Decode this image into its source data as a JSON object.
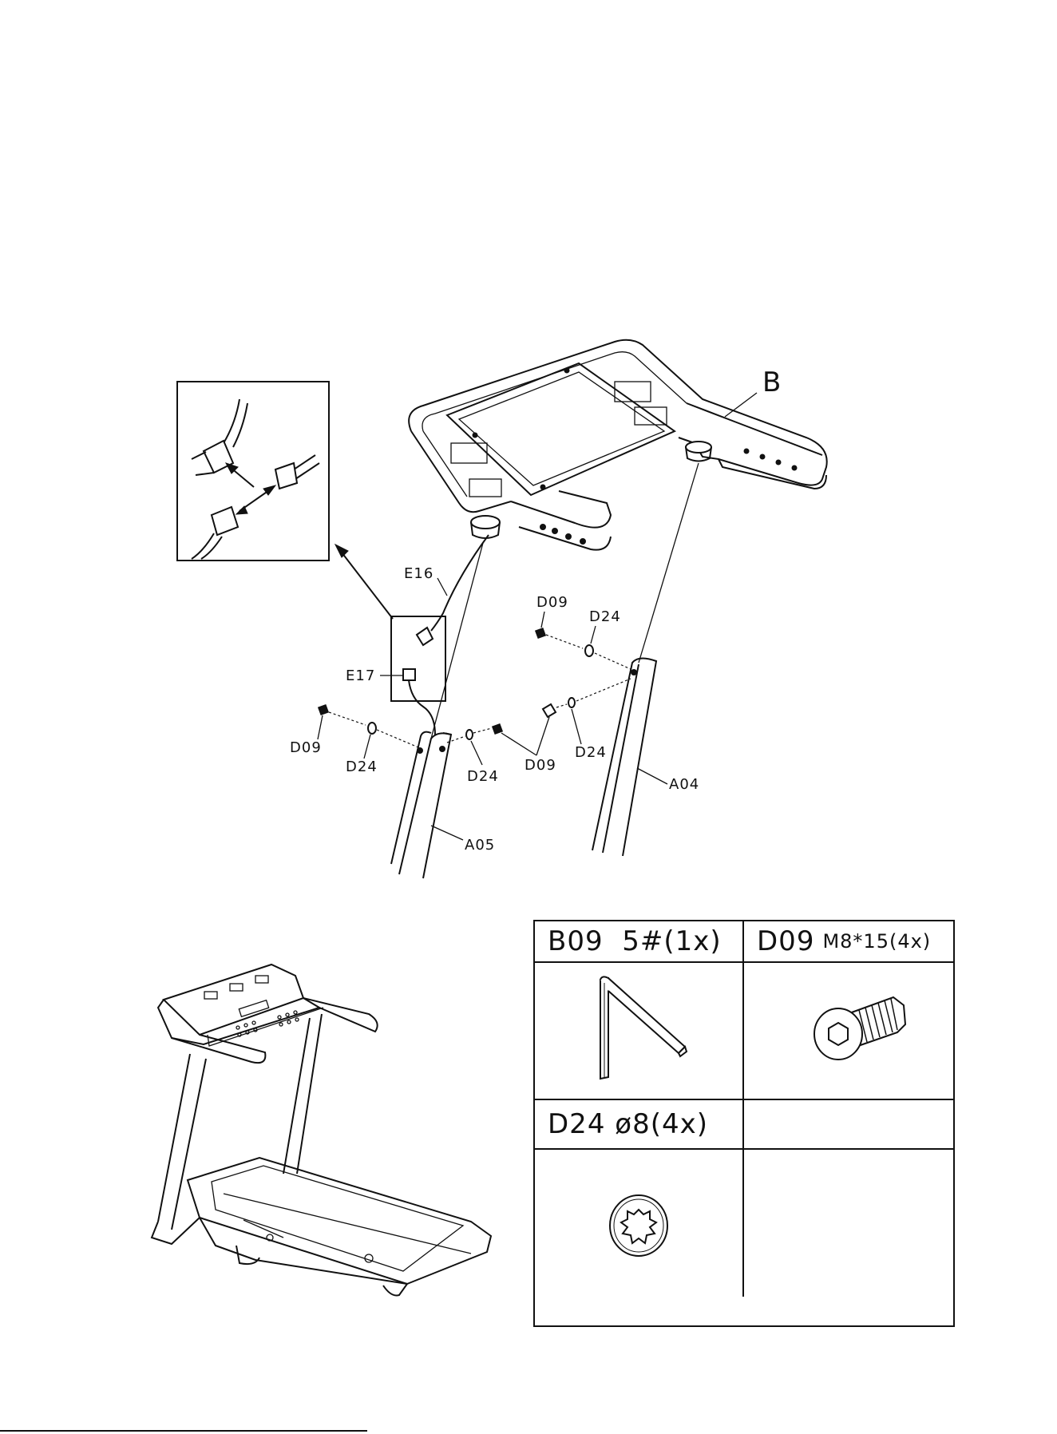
{
  "labels": {
    "b": "B",
    "e16": "E16",
    "e17": "E17",
    "d09": "D09",
    "d24": "D24",
    "a04": "A04",
    "a05": "A05"
  },
  "parts_table": {
    "b09": {
      "code": "B09",
      "spec": "5#(1x)",
      "icon": "allen-key-icon"
    },
    "d09": {
      "code": "D09",
      "spec": "M8*15(4x)",
      "icon": "button-head-bolt-icon"
    },
    "d24": {
      "code": "D24",
      "spec": "ø8(4x)",
      "icon": "lock-washer-icon"
    }
  }
}
